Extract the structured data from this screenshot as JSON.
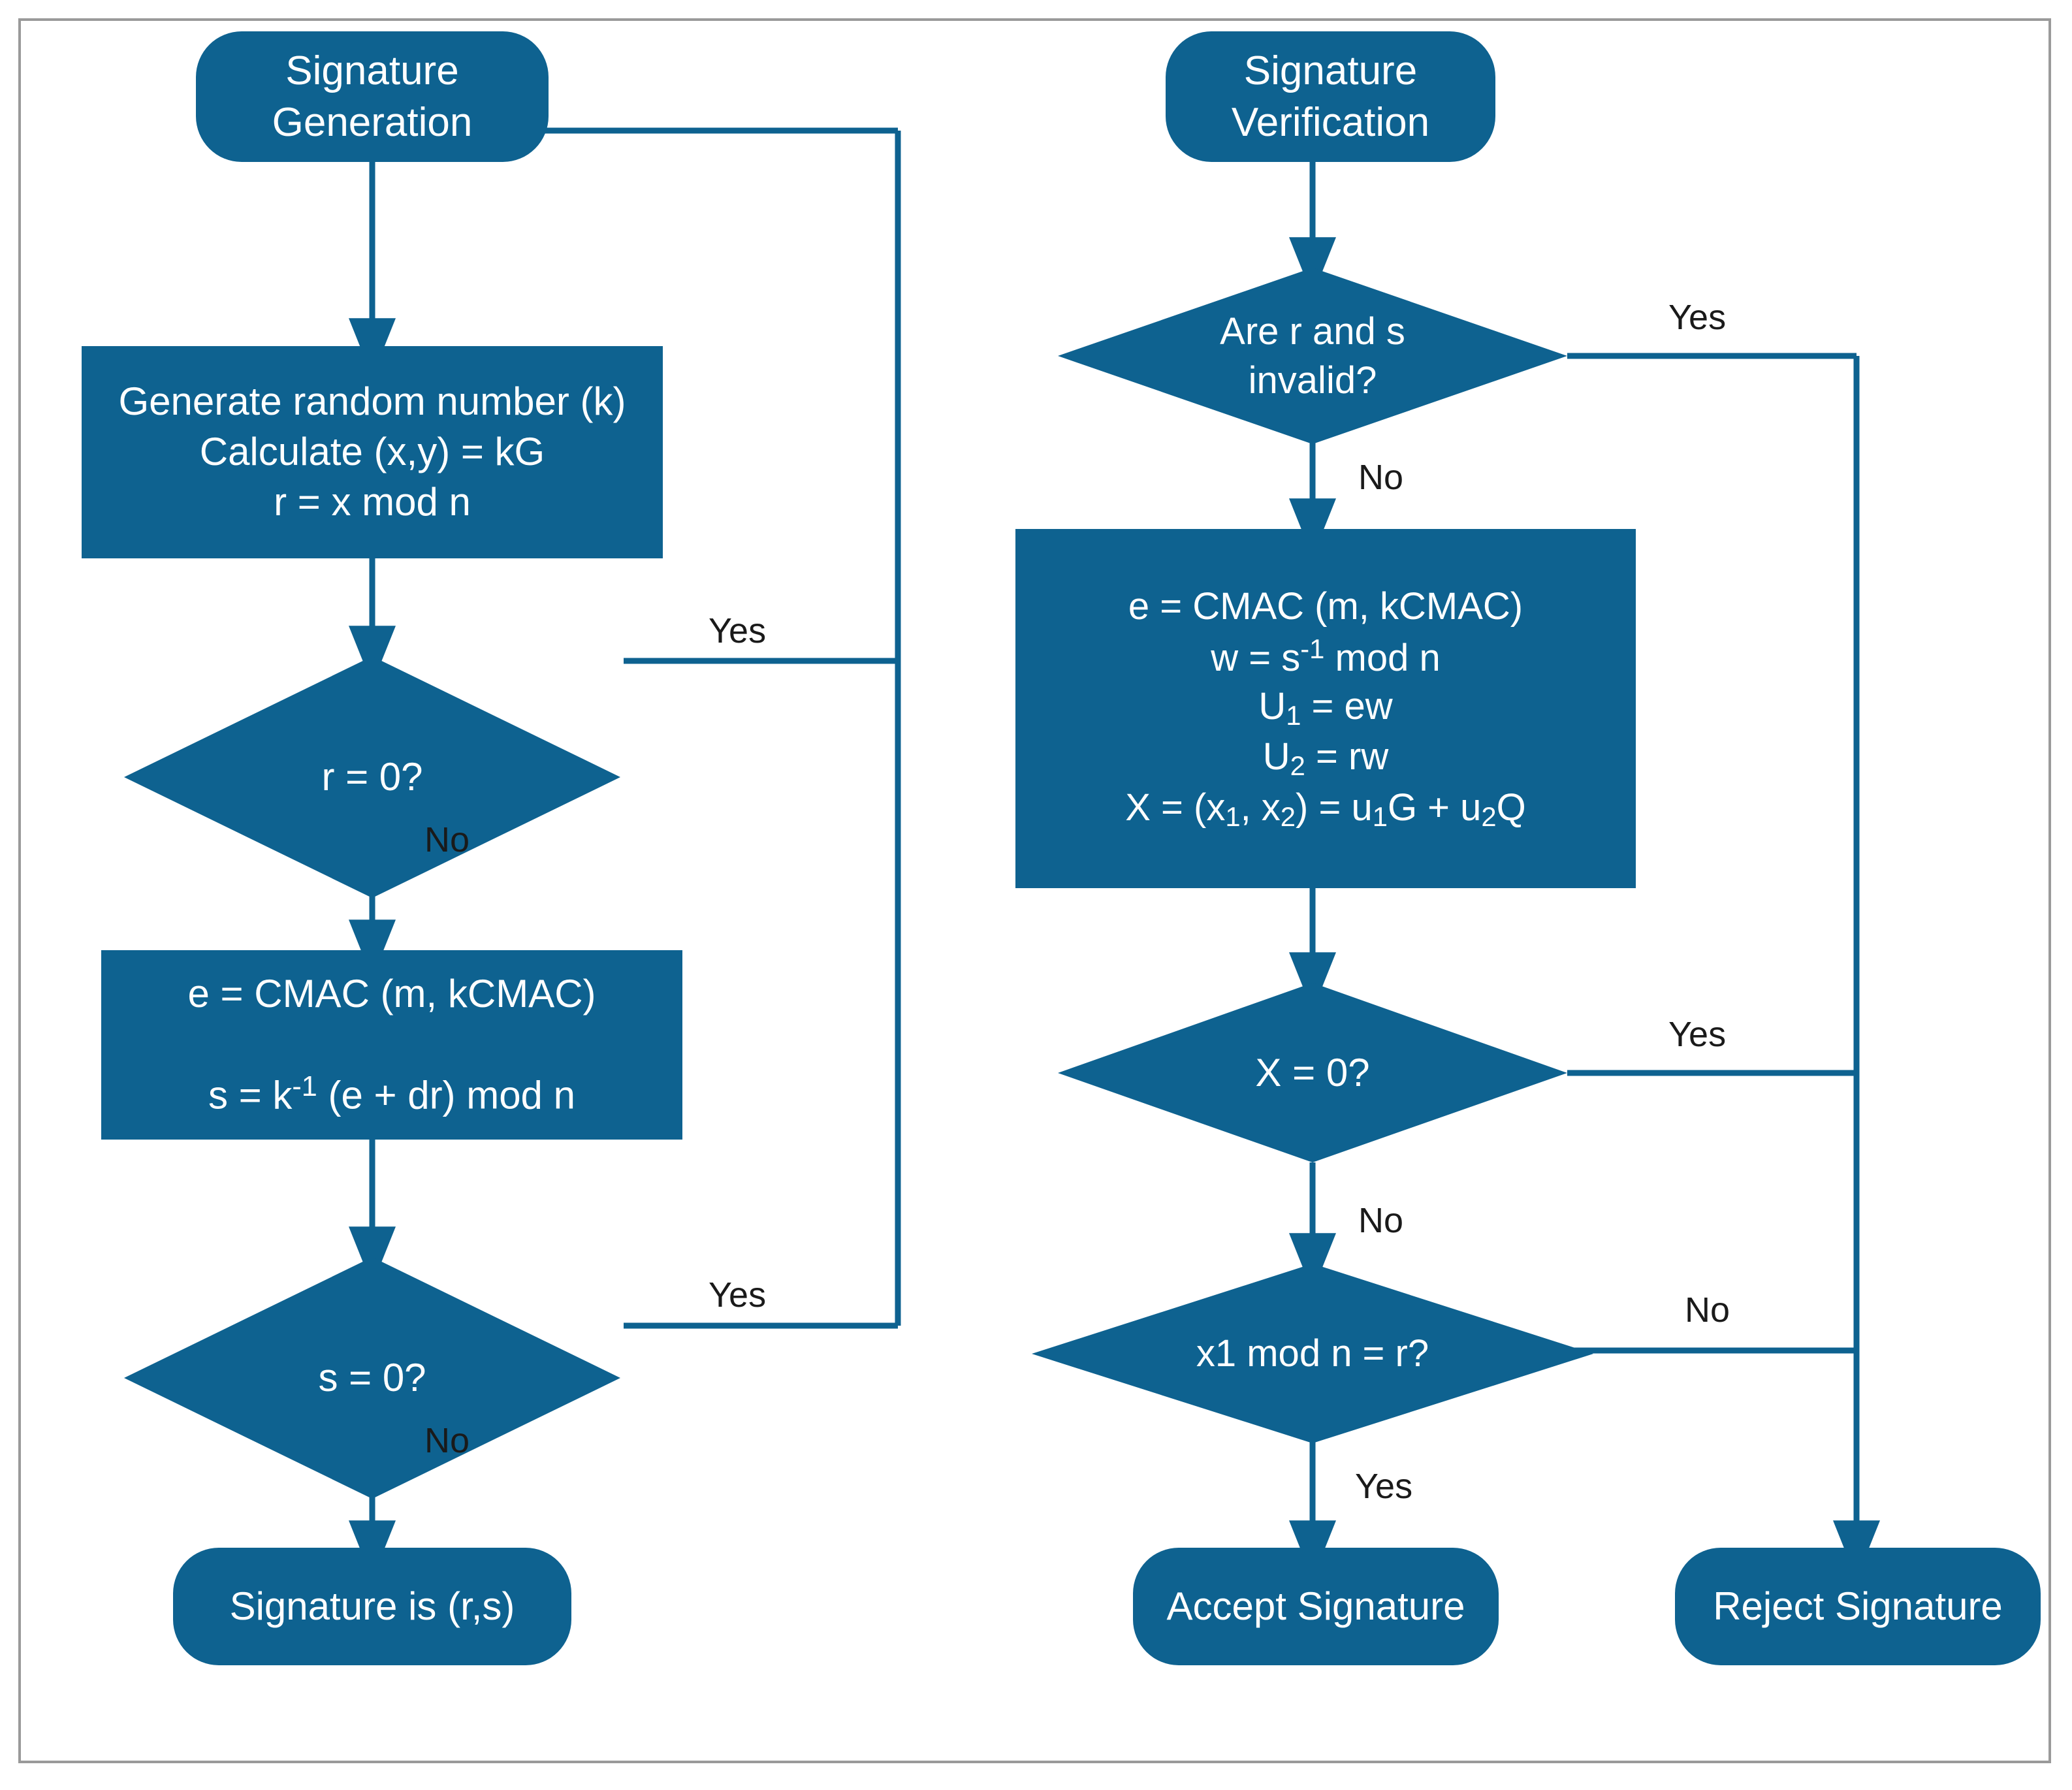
{
  "diagram": {
    "title_generation": "Signature\nGeneration",
    "title_verification": "Signature\nVerification",
    "accent_color": "#0e6290",
    "frame_color": "#9a9a9a",
    "label_color": "#1a1a1a"
  },
  "generation": {
    "start": "Signature\nGeneration",
    "process_1": "Generate random number (k)\nCalculate (x,y) = kG\nr = x mod n",
    "decision_r": "r = 0?",
    "decision_r_yes": "Yes",
    "decision_r_no": "No",
    "process_2_line1": "e = CMAC (m, kCMAC)",
    "process_2_line2_a": "s = k",
    "process_2_line2_sup": "-1",
    "process_2_line2_b": " (e + dr) mod n",
    "decision_s": "s = 0?",
    "decision_s_yes": "Yes",
    "decision_s_no": "No",
    "end": "Signature is (r,s)"
  },
  "verification": {
    "start": "Signature\nVerification",
    "decision_invalid": "Are r and s\ninvalid?",
    "decision_invalid_yes": "Yes",
    "decision_invalid_no": "No",
    "process_line1": "e = CMAC (m, kCMAC)",
    "process_line2_a": "w = s",
    "process_line2_sup": "-1",
    "process_line2_b": " mod n",
    "process_line3_a": "U",
    "process_line3_sub": "1",
    "process_line3_b": " = ew",
    "process_line4_a": "U",
    "process_line4_sub": "2",
    "process_line4_b": " = rw",
    "process_line5_a": "X = (x",
    "process_line5_sub1": "1",
    "process_line5_b": ", x",
    "process_line5_sub2": "2",
    "process_line5_c": ") = u",
    "process_line5_sub3": "1",
    "process_line5_d": "G + u",
    "process_line5_sub4": "2",
    "process_line5_e": "Q",
    "decision_x": "X = 0?",
    "decision_x_yes": "Yes",
    "decision_x_no": "No",
    "decision_x1": "x1 mod n = r?",
    "decision_x1_no": "No",
    "decision_x1_yes": "Yes",
    "end_accept": "Accept Signature",
    "end_reject": "Reject Signature"
  }
}
